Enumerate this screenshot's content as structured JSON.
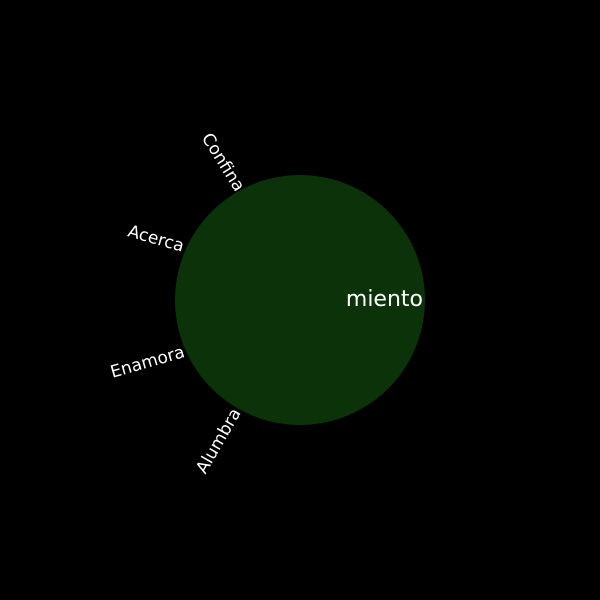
{
  "center": {
    "suffix": "miento",
    "color": "#0b3208"
  },
  "prefixes": [
    "Confina",
    "Acerca",
    "Enamora",
    "Alumbra"
  ]
}
